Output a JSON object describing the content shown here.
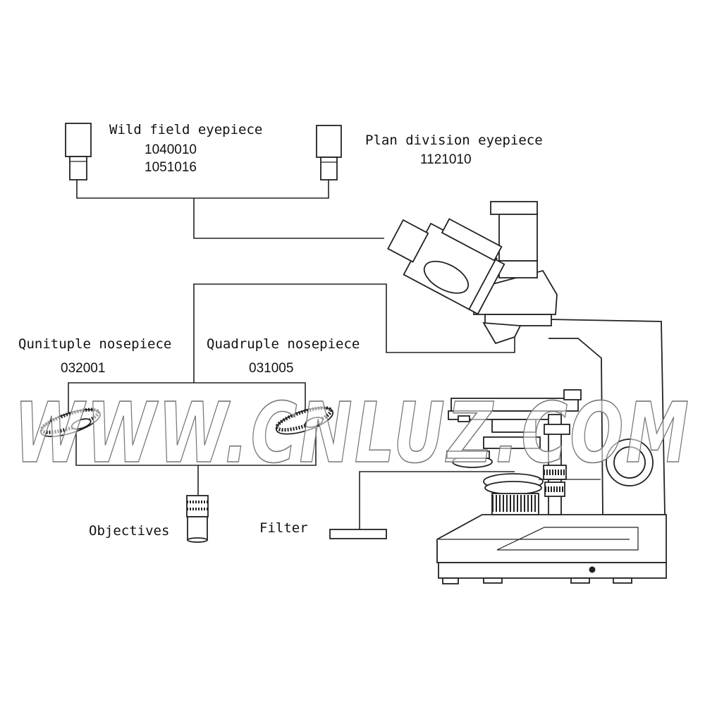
{
  "labels": {
    "wild_field_title": "Wild field eyepiece",
    "wild_field_code_1": "1040010",
    "wild_field_code_2": "1051016",
    "plan_division_title": "Plan division eyepiece",
    "plan_division_code": "1121010",
    "quintuple_title": "Qunituple nosepiece",
    "quintuple_code": "032001",
    "quadruple_title": "Quadruple nosepiece",
    "quadruple_code": "031005",
    "objectives": "Objectives",
    "filter": "Filter"
  },
  "watermark": "WWW.CNLUZ.COM"
}
